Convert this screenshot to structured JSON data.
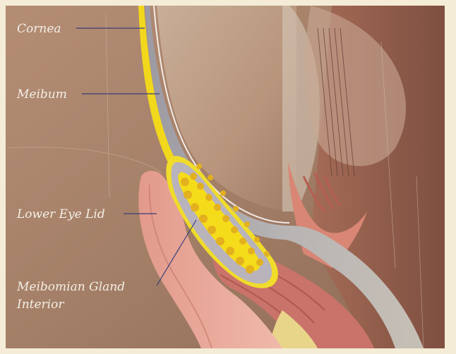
{
  "labels": {
    "cornea": "Cornea",
    "meibum": "Meibum",
    "lower_eye_lid": "Lower Eye Lid",
    "meibomian_line1": "Meibomian Gland",
    "meibomian_line2": "Interior"
  },
  "colors": {
    "border": "#f4ecd6",
    "background": "#a7826a",
    "label_text": "#f3efe7",
    "leader_line": "#3b3f78",
    "meibum_yellow": "#f2d81c",
    "cornea_glass": "#c9cfd4",
    "eyelid_pink": "#e7a394",
    "muscle_red": "#c9736a",
    "gland_gray": "#b9b3bc",
    "gland_yellow": "#f5dc1a",
    "acinus_orange": "#e3b01e",
    "fat_yellow": "#e9d58a"
  }
}
